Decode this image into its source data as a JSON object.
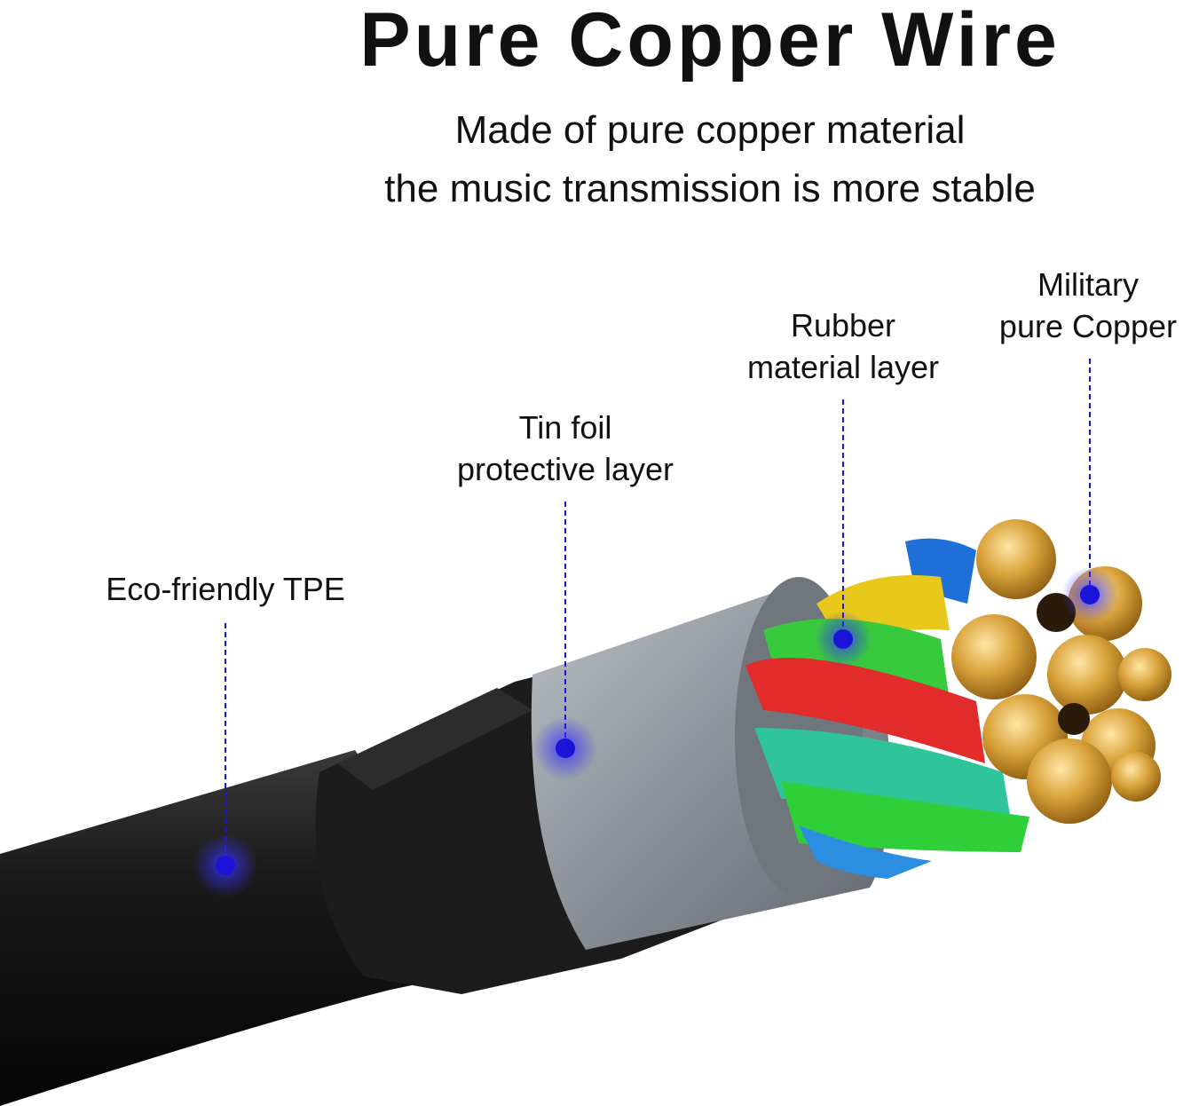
{
  "heading": {
    "title": "Pure Copper Wire",
    "line1": "Made of pure copper material",
    "line2": "the music transmission is more stable"
  },
  "callouts": [
    {
      "id": "tpe",
      "line1": "Eco-friendly TPE",
      "line2": ""
    },
    {
      "id": "foil",
      "line1": "Tin foil",
      "line2": "protective layer"
    },
    {
      "id": "rubber",
      "line1": "Rubber",
      "line2": "material layer"
    },
    {
      "id": "copper",
      "line1": "Military",
      "line2": "pure Copper"
    }
  ],
  "colors": {
    "marker": "#1a14d9",
    "jacket": "#161616",
    "foil": "#8d949b",
    "copper": "#d39a2f"
  }
}
